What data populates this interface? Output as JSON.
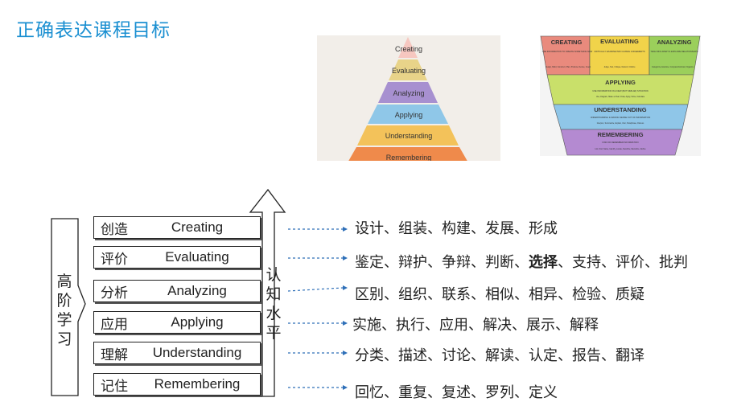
{
  "title": "正确表达课程目标",
  "pyramid": {
    "levels": [
      "Creating",
      "Evaluating",
      "Analyzing",
      "Applying",
      "Understanding",
      "Remembering"
    ],
    "colors": [
      "#f6c7c0",
      "#e8d389",
      "#a790d0",
      "#8fc7e8",
      "#f3c25a",
      "#ef8a4b"
    ]
  },
  "inverted": {
    "top": [
      {
        "title": "CREATING",
        "desc": "USE INFORMATION TO CREATE SOMETHING NEW",
        "examples": "Design, Build, Construct, Plan, Produce, Devise, Invent",
        "color": "#e98a7d"
      },
      {
        "title": "EVALUATING",
        "desc": "CRITICALLY EXAMINE INFO & MAKE JUDGEMENTS",
        "examples": "Judge, Test, Critique, Defend, Criticize",
        "color": "#f1d34a"
      },
      {
        "title": "ANALYZING",
        "desc": "TAKE INFO APART & EXPLORE RELATIONSHIPS",
        "examples": "Categorize, Examine, Compare/Contrast, Organize",
        "color": "#9bcf5b"
      }
    ],
    "rows": [
      {
        "title": "APPLYING",
        "desc": "USE INFORMATION IN A NEW (BUT SIMILAR) SITUATION",
        "examples": "Use, Diagram, Make a Chart, Draw, Apply, Solve, Calculate",
        "color": "#c9e06a"
      },
      {
        "title": "UNDERSTANDING",
        "desc": "UNDERSTANDING & MAKING SENSE OUT OF INFORMATION",
        "examples": "Interpret, Summarize, Explain, Infer, Paraphrase, Discuss",
        "color": "#8fc6e8"
      },
      {
        "title": "REMEMBERING",
        "desc": "FIND OR REMEMBER INFORMATION",
        "examples": "List, Find, Name, Identify, Locate, Describe, Memorize, Define",
        "color": "#b48ad1"
      }
    ]
  },
  "left_label": [
    "高",
    "阶",
    "学",
    "习"
  ],
  "right_label": [
    "认",
    "知",
    "水",
    "平"
  ],
  "levels": [
    {
      "zh": "创造",
      "en": "Creating"
    },
    {
      "zh": "评价",
      "en": "Evaluating"
    },
    {
      "zh": "分析",
      "en": "Analyzing"
    },
    {
      "zh": "应用",
      "en": "Applying"
    },
    {
      "zh": "理解",
      "en": "Understanding"
    },
    {
      "zh": "记住",
      "en": "Remembering"
    }
  ],
  "verbs": [
    {
      "text": "设计、组装、构建、发展、形成"
    },
    {
      "pre": "鉴定、辩护、争辩、判断、",
      "bold": "选择",
      "post": "、支持、评价、批判"
    },
    {
      "text": "区别、组织、联系、相似、相异、检验、质疑"
    },
    {
      "text": "实施、执行、应用、解决、展示、解释"
    },
    {
      "text": "分类、描述、讨论、解读、认定、报告、翻译"
    },
    {
      "text": "回忆、重复、复述、罗列、定义"
    }
  ]
}
